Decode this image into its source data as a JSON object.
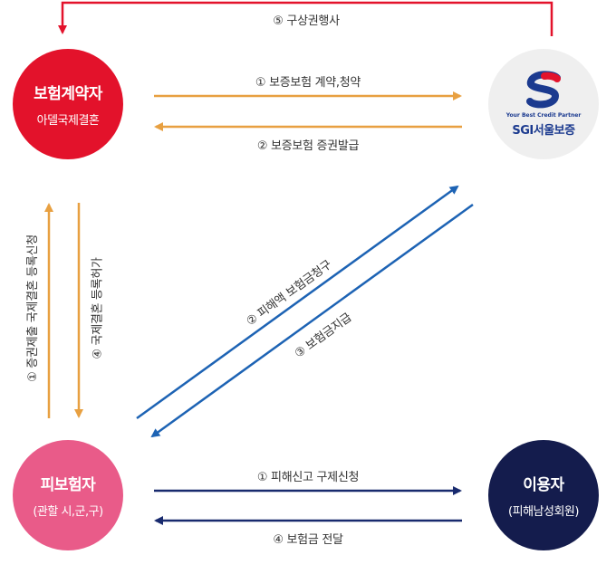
{
  "nodes": {
    "contractor": {
      "title": "보험계약자",
      "subtitle": "아델국제결혼"
    },
    "sgi": {
      "tagline": "Your Best Credit Partner",
      "name": "SGI서울보증"
    },
    "insured": {
      "title": "피보험자",
      "subtitle": "(관할 시,군,구)"
    },
    "user": {
      "title": "이용자",
      "subtitle": "(피해남성회원)"
    }
  },
  "edges": {
    "subrogation": "⑤ 구상권행사",
    "contract": "① 보증보험 계약,청약",
    "issue": "② 보증보험 증권발급",
    "register_apply": "① 증권제출 국제결혼 등록신청",
    "register_permit": "④ 국제결혼 등록허가",
    "claim": "② 피해액 보험금청구",
    "payment": "③ 보험금지급",
    "report": "① 피해신고 구제신청",
    "deliver": "④ 보험금 전달"
  },
  "colors": {
    "red": "#e3122b",
    "orange": "#e8a041",
    "blue": "#1d63b4",
    "navy": "#182a6e",
    "pink": "#e95b89",
    "dark_navy": "#141c4d"
  }
}
